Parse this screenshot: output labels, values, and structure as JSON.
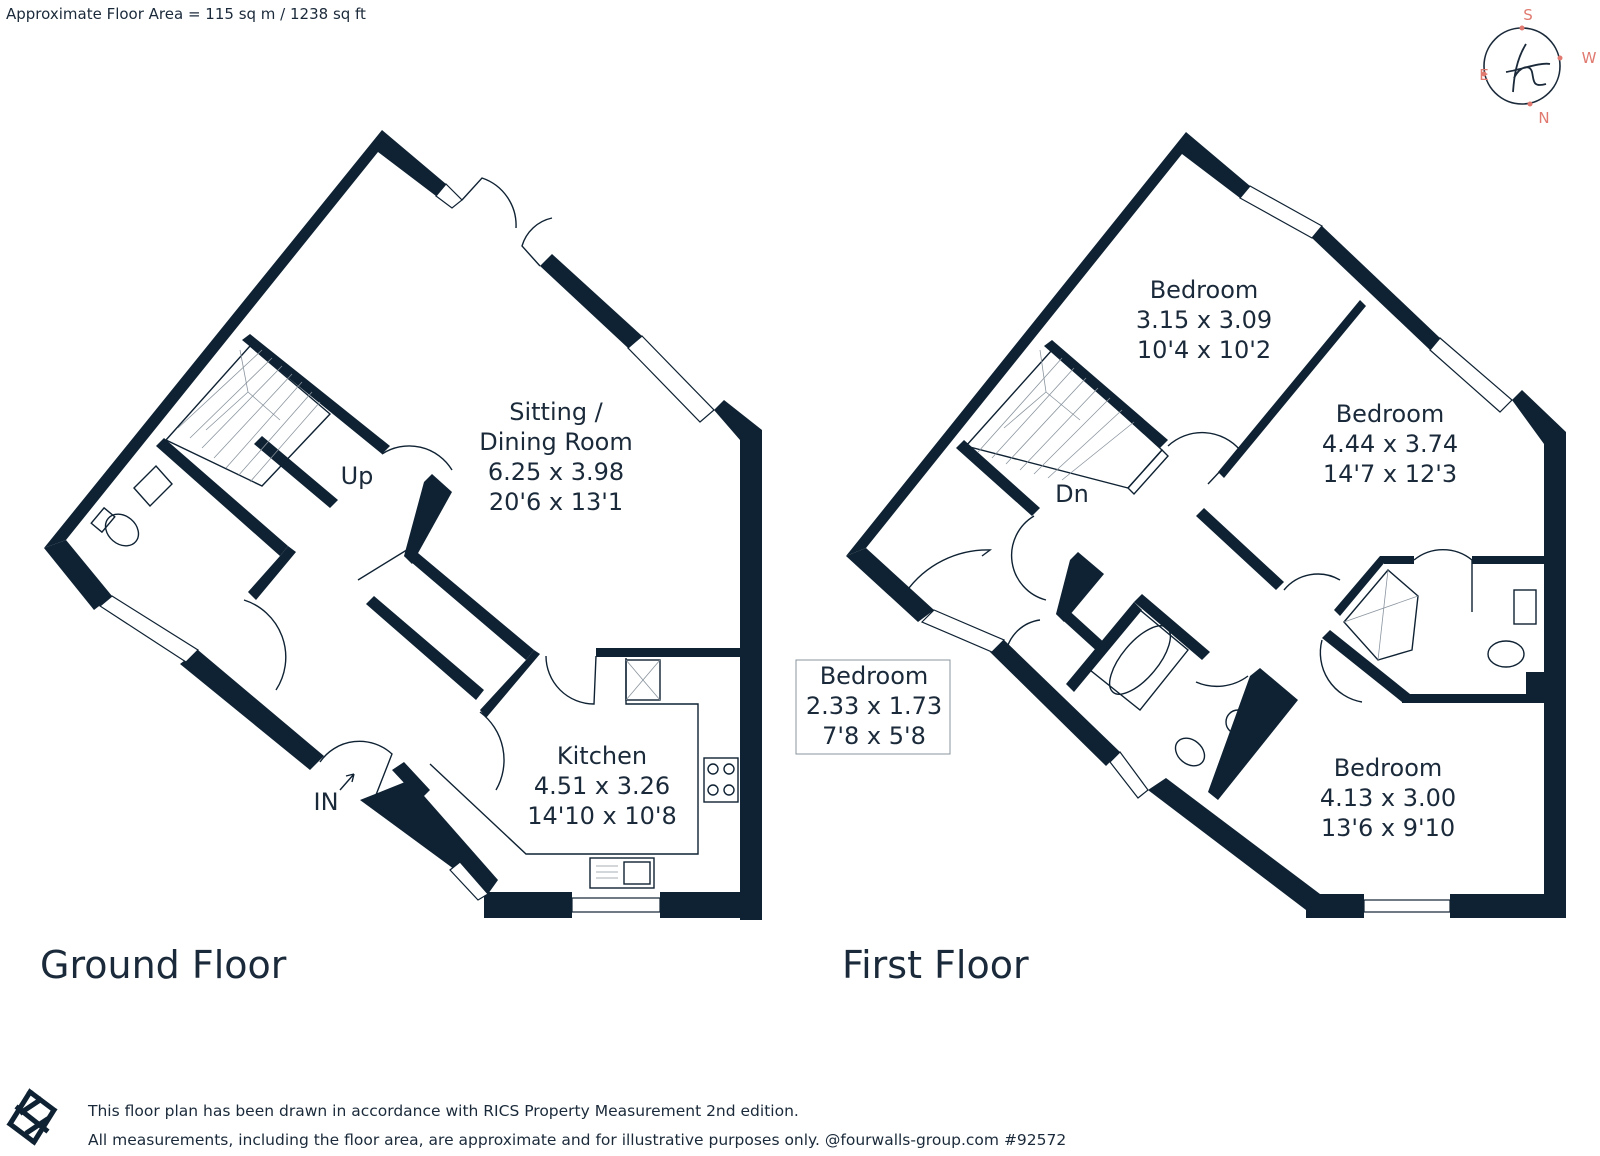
{
  "header": {
    "floor_area": "Approximate Floor Area = 115 sq m / 1238 sq ft"
  },
  "compass": {
    "s": "S",
    "w": "W",
    "e": "E",
    "n": "N",
    "monogram": "h"
  },
  "ground_floor": {
    "title": "Ground Floor",
    "sitting": {
      "name1": "Sitting /",
      "name2": "Dining Room",
      "metric": "6.25 x 3.98",
      "imperial": "20'6 x 13'1"
    },
    "kitchen": {
      "name": "Kitchen",
      "metric": "4.51 x 3.26",
      "imperial": "14'10 x 10'8"
    },
    "stairs_label": "Up",
    "entrance_label": "IN"
  },
  "first_floor": {
    "title": "First Floor",
    "bedroom_top": {
      "name": "Bedroom",
      "metric": "3.15 x 3.09",
      "imperial": "10'4 x 10'2"
    },
    "bedroom_right": {
      "name": "Bedroom",
      "metric": "4.44 x 3.74",
      "imperial": "14'7 x 12'3"
    },
    "bedroom_bottom": {
      "name": "Bedroom",
      "metric": "4.13 x 3.00",
      "imperial": "13'6 x 9'10"
    },
    "bedroom_small": {
      "name": "Bedroom",
      "metric": "2.33 x 1.73",
      "imperial": "7'8 x 5'8"
    },
    "stairs_label": "Dn"
  },
  "footer": {
    "line1": "This floor plan has been drawn in accordance with RICS Property Measurement 2nd edition.",
    "line2": "All measurements, including the floor area, are approximate and for illustrative purposes only. @fourwalls-group.com #92572"
  }
}
